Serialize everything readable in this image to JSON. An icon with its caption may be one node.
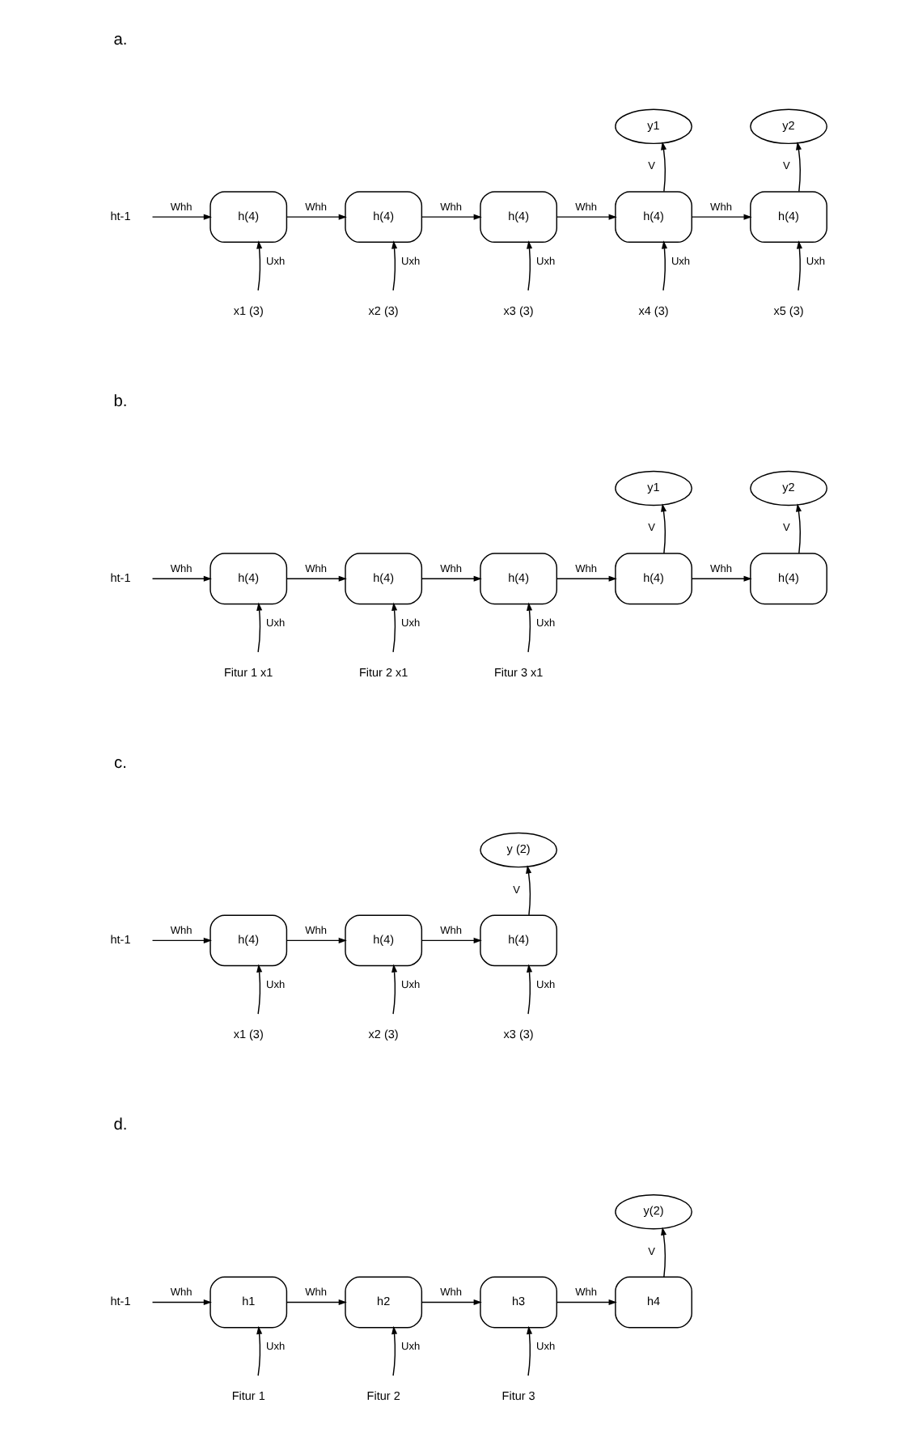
{
  "diagram": {
    "nodes": [
      {
        "text": [
          "ht-1"
        ]
      },
      {
        "text": [
          "h(4)"
        ]
      },
      {
        "text": [
          "h(4)"
        ]
      },
      {
        "text": [
          "h(4)"
        ]
      },
      {
        "text": [
          "h(4)"
        ]
      },
      {
        "text": [
          "h(4)"
        ]
      },
      {
        "text": [
          "y1"
        ]
      },
      {
        "text": [
          "y2"
        ]
      },
      {
        "text": [
          "x1 (3)"
        ]
      },
      {
        "text": [
          "x2 (3)"
        ]
      },
      {
        "text": [
          "x3 (3)"
        ]
      },
      {
        "text": [
          "x4 (3)"
        ]
      },
      {
        "text": [
          "x5 (3)"
        ]
      },
      {
        "text": [
          "ht-1"
        ]
      },
      {
        "text": [
          "h(4)"
        ]
      },
      {
        "text": [
          "h(4)"
        ]
      },
      {
        "text": [
          "h(4)"
        ]
      },
      {
        "text": [
          "h(4)"
        ]
      },
      {
        "text": [
          "h(4)"
        ]
      },
      {
        "text": [
          "y1"
        ]
      },
      {
        "text": [
          "y2"
        ]
      },
      {
        "text": [
          "Fitur 1 x1"
        ]
      },
      {
        "text": [
          "Fitur 2 x1"
        ]
      },
      {
        "text": [
          "Fitur 3 x1"
        ]
      },
      {
        "text": [
          "ht-1"
        ]
      },
      {
        "text": [
          "h(4)"
        ]
      },
      {
        "text": [
          "h(4)"
        ]
      },
      {
        "text": [
          "h(4)"
        ]
      },
      {
        "text": [
          "y (2)"
        ]
      },
      {
        "text": [
          "x1 (3)"
        ]
      },
      {
        "text": [
          "x2 (3)"
        ]
      },
      {
        "text": [
          "x3 (3)"
        ]
      },
      {
        "text": [
          "ht-1"
        ]
      },
      {
        "text": [
          "h1"
        ]
      },
      {
        "text": [
          "h2"
        ]
      },
      {
        "text": [
          "h3"
        ]
      },
      {
        "text": [
          "h4"
        ]
      },
      {
        "text": [
          "y(2)"
        ]
      },
      {
        "text": [
          "Fitur 1"
        ]
      },
      {
        "text": [
          "Fitur 2"
        ]
      },
      {
        "text": [
          "Fitur 3"
        ]
      }
    ],
    "edges": [
      {
        "from": 0,
        "to": 1,
        "arrow": "to",
        "label": "Whh"
      },
      {
        "from": 1,
        "to": 2,
        "arrow": "to",
        "label": "Whh"
      },
      {
        "from": 2,
        "to": 3,
        "arrow": "to",
        "label": "Whh"
      },
      {
        "from": 3,
        "to": 4,
        "arrow": "to",
        "label": "Whh"
      },
      {
        "from": 4,
        "to": 5,
        "arrow": "to",
        "label": "Whh"
      },
      {
        "from": 4,
        "to": 6,
        "arrow": "to",
        "label": "V"
      },
      {
        "from": 5,
        "to": 7,
        "arrow": "to",
        "label": "V"
      },
      {
        "from": 8,
        "to": 1,
        "arrow": "to",
        "label": "Uxh"
      },
      {
        "from": 9,
        "to": 2,
        "arrow": "to",
        "label": "Uxh"
      },
      {
        "from": 10,
        "to": 3,
        "arrow": "to",
        "label": "Uxh"
      },
      {
        "from": 11,
        "to": 4,
        "arrow": "to",
        "label": "Uxh"
      },
      {
        "from": 12,
        "to": 5,
        "arrow": "to",
        "label": "Uxh"
      },
      {
        "from": 13,
        "to": 14,
        "arrow": "to",
        "label": "Whh"
      },
      {
        "from": 14,
        "to": 15,
        "arrow": "to",
        "label": "Whh"
      },
      {
        "from": 15,
        "to": 16,
        "arrow": "to",
        "label": "Whh"
      },
      {
        "from": 16,
        "to": 17,
        "arrow": "to",
        "label": "Whh"
      },
      {
        "from": 17,
        "to": 18,
        "arrow": "to",
        "label": "Whh"
      },
      {
        "from": 17,
        "to": 19,
        "arrow": "to",
        "label": "V"
      },
      {
        "from": 18,
        "to": 20,
        "arrow": "to",
        "label": "V"
      },
      {
        "from": 21,
        "to": 14,
        "arrow": "to",
        "label": "Uxh"
      },
      {
        "from": 22,
        "to": 15,
        "arrow": "to",
        "label": "Uxh"
      },
      {
        "from": 23,
        "to": 16,
        "arrow": "to",
        "label": "Uxh"
      },
      {
        "from": 24,
        "to": 25,
        "arrow": "to",
        "label": "Whh"
      },
      {
        "from": 25,
        "to": 26,
        "arrow": "to",
        "label": "Whh"
      },
      {
        "from": 26,
        "to": 27,
        "arrow": "to",
        "label": "Whh"
      },
      {
        "from": 27,
        "to": 28,
        "arrow": "to",
        "label": "V"
      },
      {
        "from": 29,
        "to": 25,
        "arrow": "to",
        "label": "Uxh"
      },
      {
        "from": 30,
        "to": 26,
        "arrow": "to",
        "label": "Uxh"
      },
      {
        "from": 31,
        "to": 27,
        "arrow": "to",
        "label": "Uxh"
      },
      {
        "from": 32,
        "to": 33,
        "arrow": "to",
        "label": "Whh"
      },
      {
        "from": 33,
        "to": 34,
        "arrow": "to",
        "label": "Whh"
      },
      {
        "from": 34,
        "to": 35,
        "arrow": "to",
        "label": "Whh"
      },
      {
        "from": 35,
        "to": 36,
        "arrow": "to",
        "label": "Whh"
      },
      {
        "from": 36,
        "to": 37,
        "arrow": "to",
        "label": "V"
      },
      {
        "from": 38,
        "to": 33,
        "arrow": "to",
        "label": "Uxh"
      },
      {
        "from": 39,
        "to": 34,
        "arrow": "to",
        "label": "Uxh"
      },
      {
        "from": 40,
        "to": 35,
        "arrow": "to",
        "label": "Uxh"
      }
    ],
    "labels": [
      "a.",
      "b.",
      "c.",
      "d."
    ]
  }
}
